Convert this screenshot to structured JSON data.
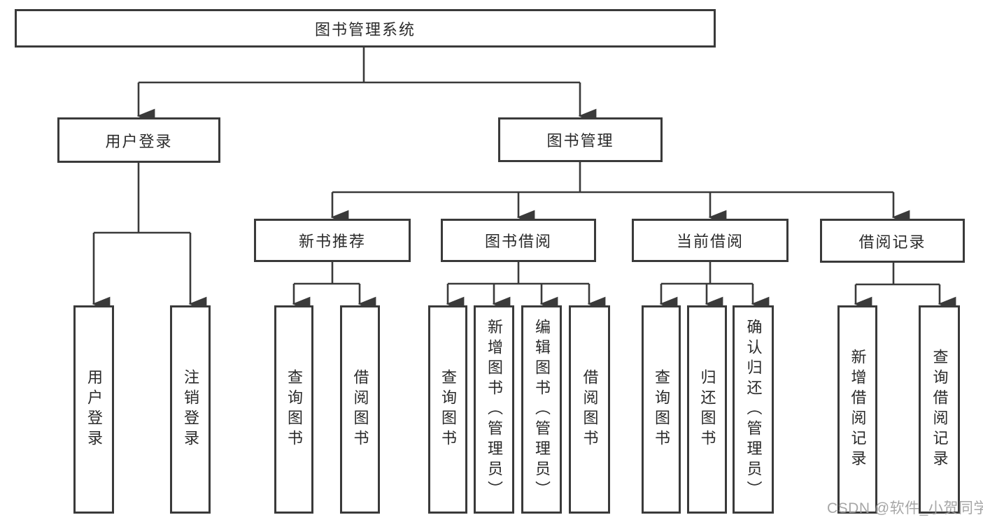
{
  "tree": {
    "root": {
      "label": "图书管理系统"
    },
    "user_branch": {
      "label": "用户登录",
      "children": [
        {
          "label": "用户登录"
        },
        {
          "label": "注销登录"
        }
      ]
    },
    "book_branch": {
      "label": "图书管理",
      "sections": [
        {
          "label": "新书推荐",
          "children": [
            {
              "label": "查询图书"
            },
            {
              "label": "借阅图书"
            }
          ]
        },
        {
          "label": "图书借阅",
          "children": [
            {
              "label": "查询图书"
            },
            {
              "label": "新增图书（管理员）"
            },
            {
              "label": "编辑图书（管理员）"
            },
            {
              "label": "借阅图书"
            }
          ]
        },
        {
          "label": "当前借阅",
          "children": [
            {
              "label": "查询图书"
            },
            {
              "label": "归还图书"
            },
            {
              "label": "确认归还（管理员）"
            }
          ]
        },
        {
          "label": "借阅记录",
          "children": [
            {
              "label": "新增借阅记录"
            },
            {
              "label": "查询借阅记录"
            }
          ]
        }
      ]
    }
  },
  "watermark": "CSDN @软件_小贺同学",
  "colors": {
    "line": "#3a3a3a",
    "box_border": "#3a3a3a",
    "text": "#2a2a2a",
    "background": "#ffffff",
    "watermark": "#9e9e9e"
  }
}
